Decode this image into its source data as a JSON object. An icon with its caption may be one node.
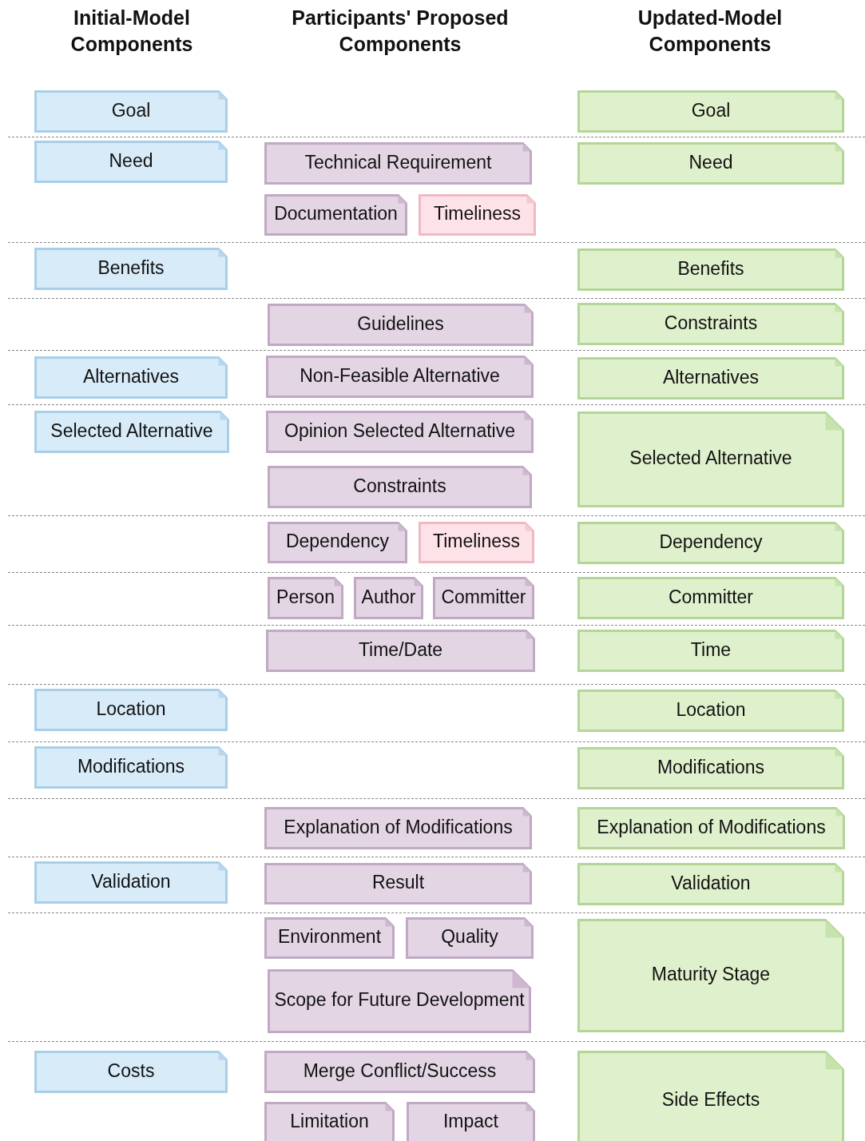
{
  "diagram": {
    "nodes": [
      {
        "text": [
          "Goal"
        ]
      },
      {
        "text": [
          "Goal"
        ]
      },
      {
        "text": [
          "Need"
        ]
      },
      {
        "text": [
          "Technical Requirement"
        ]
      },
      {
        "text": [
          "Need"
        ]
      },
      {
        "text": [
          "Documentation"
        ]
      },
      {
        "text": [
          "Timeliness"
        ]
      },
      {
        "text": [
          "Benefits"
        ]
      },
      {
        "text": [
          "Benefits"
        ]
      },
      {
        "text": [
          "Guidelines"
        ]
      },
      {
        "text": [
          "Constraints"
        ]
      },
      {
        "text": [
          "Alternatives"
        ]
      },
      {
        "text": [
          "Non-Feasible Alternative"
        ]
      },
      {
        "text": [
          "Alternatives"
        ]
      },
      {
        "text": [
          "Selected Alternative"
        ]
      },
      {
        "text": [
          "Opinion Selected Alternative"
        ]
      },
      {
        "text": [
          "Selected Alternative"
        ]
      },
      {
        "text": [
          "Constraints"
        ]
      },
      {
        "text": [
          "Dependency"
        ]
      },
      {
        "text": [
          "Timeliness"
        ]
      },
      {
        "text": [
          "Dependency"
        ]
      },
      {
        "text": [
          "Person"
        ]
      },
      {
        "text": [
          "Author"
        ]
      },
      {
        "text": [
          "Committer"
        ]
      },
      {
        "text": [
          "Committer"
        ]
      },
      {
        "text": [
          "Time/Date"
        ]
      },
      {
        "text": [
          "Time"
        ]
      },
      {
        "text": [
          "Location"
        ]
      },
      {
        "text": [
          "Location"
        ]
      },
      {
        "text": [
          "Modifications"
        ]
      },
      {
        "text": [
          "Modifications"
        ]
      },
      {
        "text": [
          "Explanation of Modifications"
        ]
      },
      {
        "text": [
          "Explanation of Modifications"
        ]
      },
      {
        "text": [
          "Validation"
        ]
      },
      {
        "text": [
          "Result"
        ]
      },
      {
        "text": [
          "Validation"
        ]
      },
      {
        "text": [
          "Environment"
        ]
      },
      {
        "text": [
          "Quality"
        ]
      },
      {
        "text": [
          "Maturity Stage"
        ]
      },
      {
        "text": [
          "Scope for Future Development"
        ]
      },
      {
        "text": [
          "Costs"
        ]
      },
      {
        "text": [
          "Merge Conflict/Success"
        ]
      },
      {
        "text": [
          "Side Effects"
        ]
      },
      {
        "text": [
          "Limitation"
        ]
      },
      {
        "text": [
          "Impact"
        ]
      }
    ],
    "labels": [
      "Initial-Model Components",
      "Participants' Proposed Components",
      "Updated-Model Components"
    ]
  }
}
